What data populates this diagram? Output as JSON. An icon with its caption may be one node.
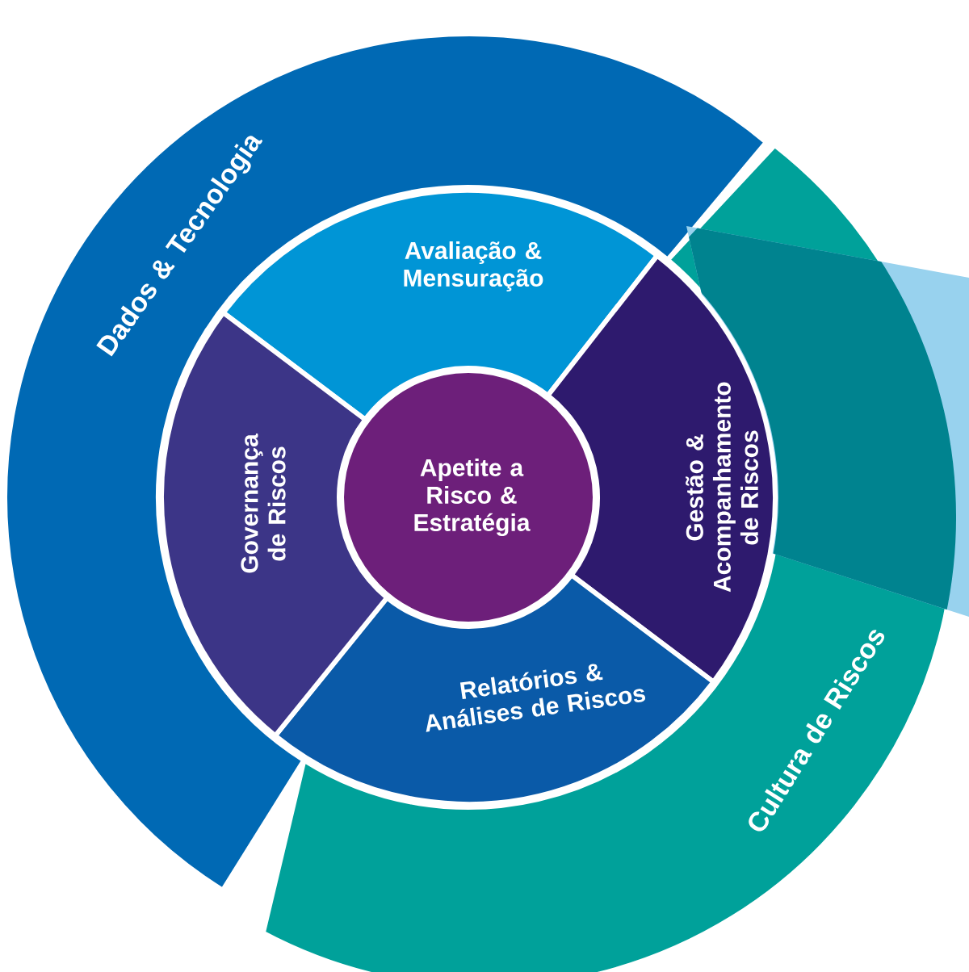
{
  "diagram": {
    "nodes": [
      {
        "text": [
          "Dados & Tecnologia"
        ]
      },
      {
        "text": [
          "Cultura de Riscos"
        ]
      },
      {
        "text": [
          "Avaliação & Mensuração"
        ]
      },
      {
        "text": [
          "Gestão & Acompanhamento de Riscos"
        ]
      },
      {
        "text": [
          "Relatórios & Análises de Riscos"
        ]
      },
      {
        "text": [
          "Governança de Riscos"
        ]
      },
      {
        "text": [
          "Apetite a Risco & Estratégia"
        ]
      }
    ]
  }
}
